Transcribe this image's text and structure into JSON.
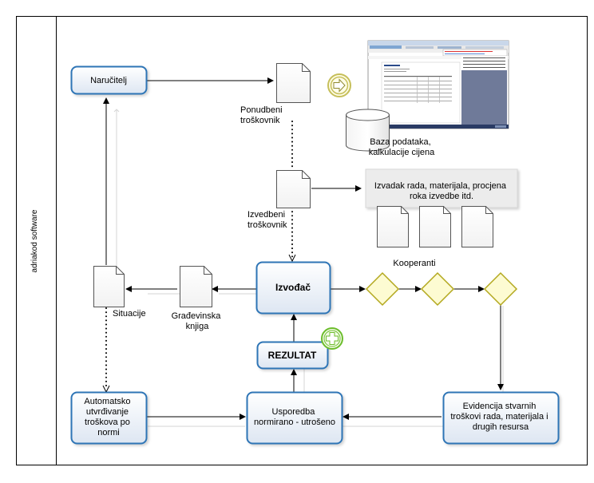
{
  "lane": {
    "label": "adriakod software"
  },
  "nodes": {
    "narucitelj": "Naručitelj",
    "izvodac": "Izvođač",
    "rezultat": "REZULTAT",
    "automatsko": [
      "Automatsko",
      "utvrđivanje",
      "troškova po",
      "normi"
    ],
    "usporedba": [
      "Usporedba",
      "normirano - utrošeno"
    ],
    "evidencija": [
      "Evidencija stvarnih",
      "troškovi rada, materijala i",
      "drugih resursa"
    ]
  },
  "documents": {
    "ponudbeni": [
      "Ponudbeni",
      "troškovnik"
    ],
    "izvedbeni": [
      "Izvedbeni",
      "troškovnik"
    ],
    "situacije": "Situacije",
    "gradevinska": [
      "Građevinska",
      "knjiga"
    ]
  },
  "database": {
    "label": [
      "Baza podataka,",
      "kalkulacije cijena"
    ]
  },
  "note": {
    "label": [
      "Izvadak rada, materijala, procjena",
      "roka izvedbe itd."
    ]
  },
  "gateways": {
    "label": "Kooperanti"
  },
  "colors": {
    "node_border": "#2e75b6",
    "node_fill_top": "#ffffff",
    "node_fill_bottom": "#dde6f2",
    "gateway_border": "#b3a81e",
    "gateway_fill": "#fdfbd2",
    "plus_event": "#6cbd2c",
    "link_event": "#c6bf5a"
  }
}
